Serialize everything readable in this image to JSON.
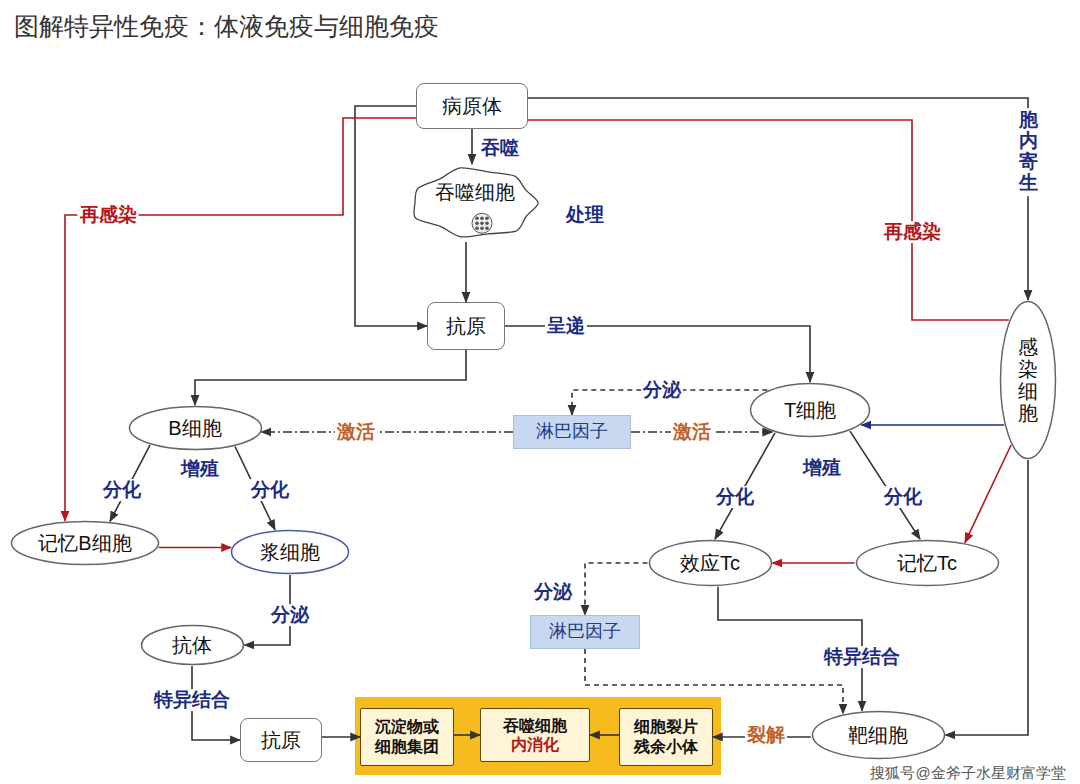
{
  "diagram": {
    "title": "图解特异性免疫：体液免疫与细胞免疫",
    "nodes": [
      {
        "text": [
          "病原体"
        ]
      },
      {
        "text": [
          "吞噬细胞"
        ]
      },
      {
        "text": [
          "抗原"
        ]
      },
      {
        "text": [
          "T细胞"
        ]
      },
      {
        "text": [
          "感染细胞"
        ]
      },
      {
        "text": [
          "B细胞"
        ]
      },
      {
        "text": [
          "淋巴因子"
        ]
      },
      {
        "text": [
          "记忆B细胞"
        ]
      },
      {
        "text": [
          "浆细胞"
        ]
      },
      {
        "text": [
          "效应Tc"
        ]
      },
      {
        "text": [
          "记忆Tc"
        ]
      },
      {
        "text": [
          "抗体"
        ]
      },
      {
        "text": [
          "淋巴因子"
        ]
      },
      {
        "text": [
          "抗原"
        ]
      },
      {
        "text": []
      },
      {
        "text": [
          "沉淀物或 细胞集团"
        ],
        "in": 14
      },
      {
        "text": [
          "吞噬细胞",
          "内消化"
        ],
        "in": 14
      },
      {
        "text": [
          "细胞裂片 残余小体"
        ],
        "in": 14
      },
      {
        "text": [
          "靶细胞"
        ]
      }
    ],
    "edges": [
      {
        "from": 0,
        "to": 1,
        "arrow": "to",
        "label": "吞噬"
      },
      {
        "from": 1,
        "to": 2,
        "arrow": "to"
      },
      {
        "from": 0,
        "to": 2,
        "arrow": "to"
      },
      {
        "from": 0,
        "to": 7,
        "arrow": "to",
        "label": "再感染"
      },
      {
        "from": 2,
        "to": 3,
        "arrow": "to",
        "label": "呈递"
      },
      {
        "from": 2,
        "to": 5,
        "arrow": "to"
      },
      {
        "from": 0,
        "to": 4,
        "arrow": "to",
        "label": "胞内寄生"
      },
      {
        "from": 0,
        "to": 4,
        "arrow": "none",
        "label": "再感染"
      },
      {
        "from": 4,
        "to": 10,
        "arrow": "to"
      },
      {
        "from": 4,
        "to": 3,
        "arrow": "to"
      },
      {
        "from": 4,
        "to": 18,
        "arrow": "to"
      },
      {
        "from": 3,
        "to": 6,
        "arrow": "to",
        "label": "分泌"
      },
      {
        "from": 6,
        "to": 5,
        "arrow": "to",
        "label": "激活"
      },
      {
        "from": 6,
        "to": 3,
        "arrow": "to",
        "label": "激活"
      },
      {
        "from": 5,
        "to": 7,
        "arrow": "to",
        "label": "分化"
      },
      {
        "from": 5,
        "to": 8,
        "arrow": "to",
        "label": "分化"
      },
      {
        "from": 7,
        "to": 8,
        "arrow": "to"
      },
      {
        "from": 8,
        "to": 11,
        "arrow": "to",
        "label": "分泌"
      },
      {
        "from": 11,
        "to": 13,
        "arrow": "to",
        "label": "特异结合"
      },
      {
        "from": 13,
        "to": 15,
        "arrow": "to"
      },
      {
        "from": 15,
        "to": 16,
        "arrow": "to"
      },
      {
        "from": 17,
        "to": 16,
        "arrow": "to"
      },
      {
        "from": 18,
        "to": 17,
        "arrow": "to",
        "label": "裂解"
      },
      {
        "from": 3,
        "to": 9,
        "arrow": "to",
        "label": "分化"
      },
      {
        "from": 3,
        "to": 10,
        "arrow": "to",
        "label": "分化"
      },
      {
        "from": 10,
        "to": 9,
        "arrow": "to"
      },
      {
        "from": 9,
        "to": 12,
        "arrow": "to",
        "label": "分泌"
      },
      {
        "from": 9,
        "to": 18,
        "arrow": "to",
        "label": "特异结合"
      },
      {
        "from": 12,
        "to": 18,
        "arrow": "to"
      }
    ],
    "labels": [
      "处理",
      "增殖",
      "增殖",
      "搜狐号@金斧子水星财富学堂"
    ]
  }
}
